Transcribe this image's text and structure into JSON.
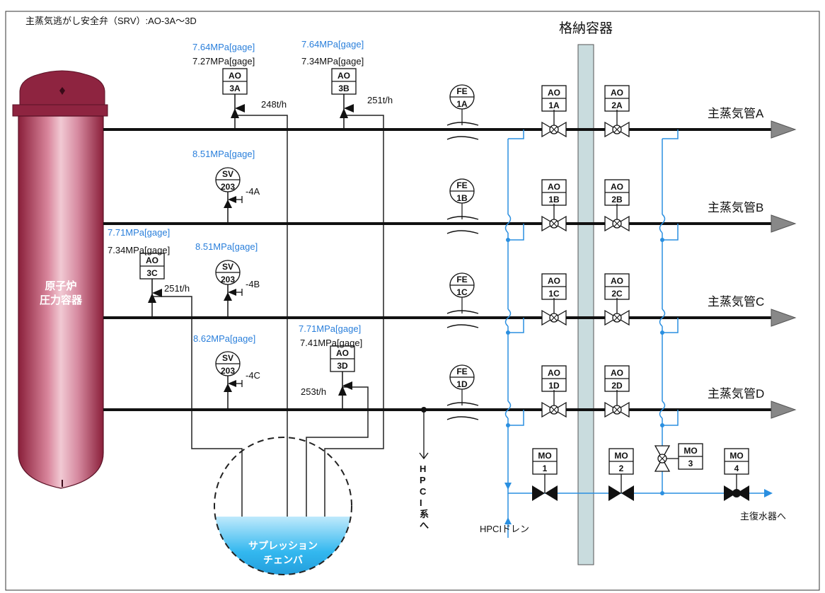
{
  "title": "主蒸気逃がし安全弁（SRV）:AO-3A～3D",
  "containment_label": "格納容器",
  "rpv_label_line1": "原子炉",
  "rpv_label_line2": "圧力容器",
  "suppression_line1": "サプレッション",
  "suppression_line2": "チェンバ",
  "hpci_system_label": "HPCI系へ",
  "hpci_drain_label": "HPCIドレン",
  "condenser_label": "主復水器へ",
  "steam_lines": [
    "主蒸気管A",
    "主蒸気管B",
    "主蒸気管C",
    "主蒸気管D"
  ],
  "flow_elements": [
    {
      "top": "FE",
      "bottom": "1A"
    },
    {
      "top": "FE",
      "bottom": "1B"
    },
    {
      "top": "FE",
      "bottom": "1C"
    },
    {
      "top": "FE",
      "bottom": "1D"
    }
  ],
  "isolation_valves": [
    {
      "top": "AO",
      "bottom": "1A"
    },
    {
      "top": "AO",
      "bottom": "2A"
    },
    {
      "top": "AO",
      "bottom": "1B"
    },
    {
      "top": "AO",
      "bottom": "2B"
    },
    {
      "top": "AO",
      "bottom": "1C"
    },
    {
      "top": "AO",
      "bottom": "2C"
    },
    {
      "top": "AO",
      "bottom": "1D"
    },
    {
      "top": "AO",
      "bottom": "2D"
    }
  ],
  "srv": [
    {
      "top": "AO",
      "bottom": "3A",
      "set_blue": "7.64MPa[gage]",
      "set_black": "7.27MPa[gage]",
      "flow": "248t/h"
    },
    {
      "top": "AO",
      "bottom": "3B",
      "set_blue": "7.64MPa[gage]",
      "set_black": "7.34MPa[gage]",
      "flow": "251t/h"
    },
    {
      "top": "AO",
      "bottom": "3C",
      "set_blue": "7.71MPa[gage]",
      "set_black": "7.34MPa[gage]",
      "flow": "251t/h"
    },
    {
      "top": "AO",
      "bottom": "3D",
      "set_blue": "7.71MPa[gage]",
      "set_black": "7.41MPa[gage]",
      "flow": "253t/h"
    }
  ],
  "safety_valves": [
    {
      "top": "SV",
      "bottom": "203",
      "suffix": "-4A",
      "set_blue": "8.51MPa[gage]"
    },
    {
      "top": "SV",
      "bottom": "203",
      "suffix": "-4B",
      "set_blue": "8.51MPa[gage]"
    },
    {
      "top": "SV",
      "bottom": "203",
      "suffix": "-4C",
      "set_blue": "8.62MPa[gage]"
    }
  ],
  "drain_valves": [
    {
      "top": "MO",
      "bottom": "1"
    },
    {
      "top": "MO",
      "bottom": "2"
    },
    {
      "top": "MO",
      "bottom": "3"
    },
    {
      "top": "MO",
      "bottom": "4"
    }
  ],
  "colors": {
    "rpv": "#a8334d",
    "rpv_light": "#e0aab8",
    "containment": "#c9dcde",
    "drain_blue": "#2a8fe0",
    "pool": "#33b8ef",
    "arrow_gray": "#888888"
  }
}
